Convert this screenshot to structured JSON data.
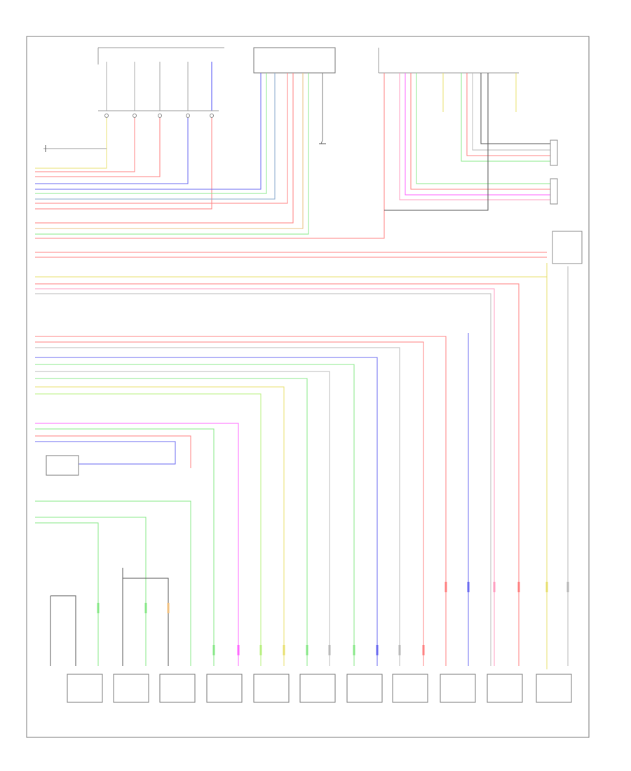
{
  "diagram": {
    "footer_code": "",
    "wire_colors": {
      "red": "#ff8080",
      "pink": "#ff9ec0",
      "green": "#88e888",
      "lgreen": "#b8f080",
      "yellow": "#e8e070",
      "blue": "#6a6af0",
      "lblue": "#8aa8f0",
      "grey": "#b8b8b8",
      "magenta": "#ff66ff",
      "orange": "#f0c080",
      "black": "#555555"
    },
    "top_blocks": [
      {
        "id": "module_center",
        "label": ""
      },
      {
        "id": "module_right",
        "label": ""
      }
    ],
    "left_box": {
      "label": ""
    },
    "bottom_connectors": [
      {
        "id": "c1",
        "label": ""
      },
      {
        "id": "c2",
        "label": ""
      },
      {
        "id": "c3",
        "label": ""
      },
      {
        "id": "c4",
        "label": ""
      },
      {
        "id": "c5",
        "label": ""
      },
      {
        "id": "c6",
        "label": ""
      },
      {
        "id": "c7",
        "label": ""
      },
      {
        "id": "c8",
        "label": ""
      },
      {
        "id": "c9",
        "label": ""
      },
      {
        "id": "c10",
        "label": ""
      },
      {
        "id": "c11",
        "label": ""
      },
      {
        "id": "c12",
        "label": ""
      }
    ]
  }
}
